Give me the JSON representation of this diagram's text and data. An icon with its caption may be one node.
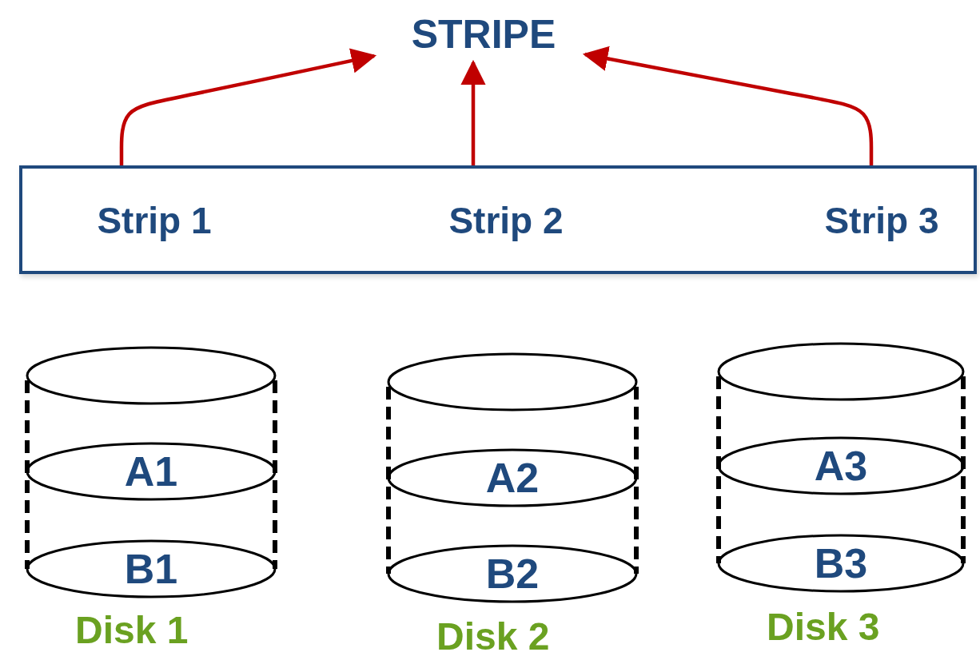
{
  "diagram": {
    "nodes": [
      {
        "text": [
          "STRIPE"
        ]
      },
      {
        "text": [
          "Strip 1",
          "Strip 2",
          "Strip 3"
        ]
      },
      {
        "text": [
          "A1",
          "B1"
        ],
        "beside": [
          "Disk 1"
        ]
      },
      {
        "text": [
          "A2",
          "B2"
        ],
        "beside": [
          "Disk 2"
        ]
      },
      {
        "text": [
          "A3",
          "B3"
        ],
        "beside": [
          "Disk 3"
        ]
      }
    ],
    "edges": [
      {
        "from": 1,
        "to": 0,
        "arrow": "to"
      },
      {
        "from": 1,
        "to": 0,
        "arrow": "to"
      },
      {
        "from": 1,
        "to": 0,
        "arrow": "to"
      }
    ]
  }
}
